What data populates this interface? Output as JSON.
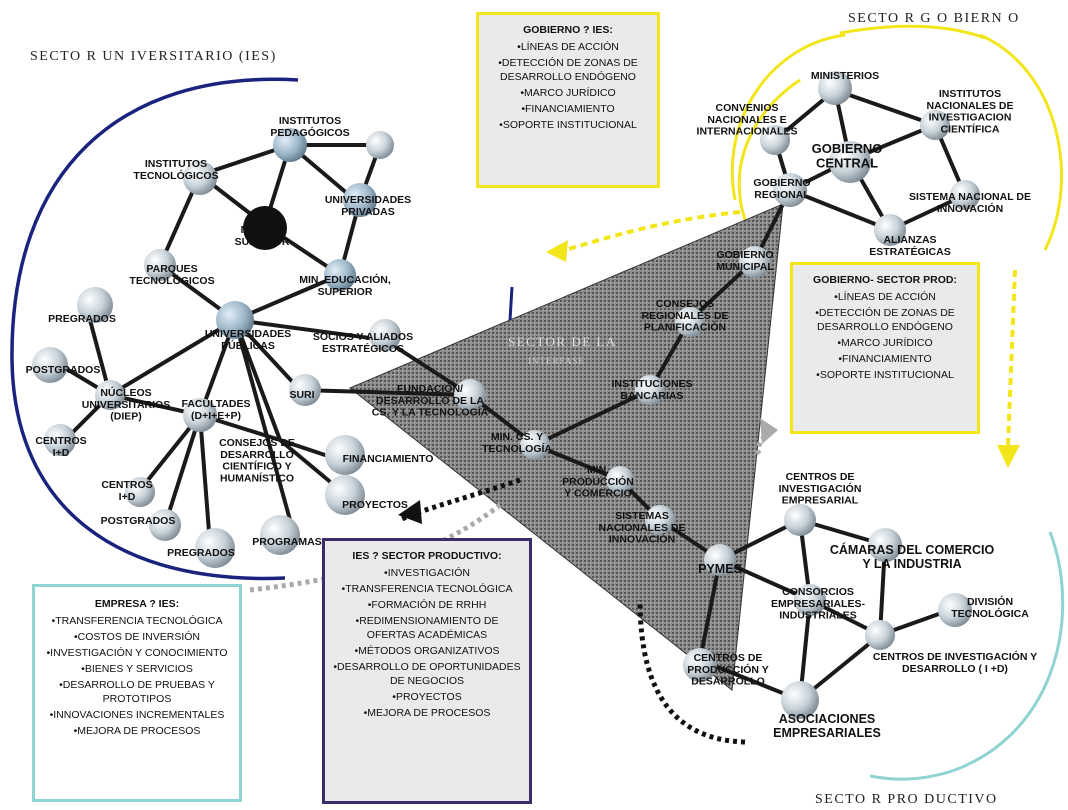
{
  "sectors": {
    "universitario": "SECTO R  UN IVERSITARIO  (IES)",
    "gobierno": "SECTO R  G O BIERN O",
    "productivo": "SECTO R  PRO DUCTIVO",
    "triangle_line1": "SECTOR DE LA",
    "triangle_line2": "INTERFASE"
  },
  "colors": {
    "university_arc": "#1a237e",
    "government_arc": "#f2e61a",
    "productive_arc": "#8fd3d3",
    "box_gov_border": "#f2e61a",
    "box_empresa_border": "#8fd3d3",
    "box_ies_border": "#3d2c6b",
    "triangle_fill": "#8a8a8a"
  },
  "nodes": {
    "institutos_pedagogicos": [
      "INSTITUTOS",
      "PEDAGÓGICOS"
    ],
    "institutos_tecnologicos": [
      "INSTITUTOS",
      "TECNOLÓGICOS"
    ],
    "universidades_privadas": [
      "UNIVERSIDADES",
      "PRIVADAS"
    ],
    "min_ac_superior": [
      "MIN. AC.",
      "SUPERIOR"
    ],
    "parques_tecnologicos": [
      "PARQUES",
      "TECNOLÓGICOS"
    ],
    "min_educacion_superior": [
      "MIN. EDUCACIÓN,",
      "SUPERIOR"
    ],
    "pregrados_top": [
      "PREGRADOS"
    ],
    "universidades_publicas": [
      "UNIVERSIDADES",
      "PÚBLICAS"
    ],
    "socios_aliados": [
      "SOCIOS Y ALIADOS",
      "ESTRATÉGICOS"
    ],
    "postgrados_left": [
      "POSTGRADOS"
    ],
    "nucleos": [
      "NÚCLEOS",
      "UNIVERSITARIOS",
      "(DIEP)"
    ],
    "suri": [
      "SURI"
    ],
    "facultades": [
      "FACULTADES",
      "(D+I+E+P)"
    ],
    "centros_id_left": [
      "CENTROS",
      "I+D"
    ],
    "consejos_desarrollo": [
      "CONSEJOS DE",
      "DESARROLLO",
      "CIENTÍFICO Y",
      "HUMANÍSTICO"
    ],
    "financiamiento": [
      "FINANCIAMIENTO"
    ],
    "centros_id_mid": [
      "CENTROS",
      "I+D"
    ],
    "proyectos": [
      "PROYECTOS"
    ],
    "postgrados_bottom": [
      "POSTGRADOS"
    ],
    "pregrados_bottom": [
      "PREGRADOS"
    ],
    "programas": [
      "PROGRAMAS"
    ],
    "ministerios": [
      "MINISTERIOS"
    ],
    "convenios": [
      "CONVENIOS",
      "NACIONALES E",
      "INTERNACIONALES"
    ],
    "institutos_nacionales": [
      "INSTITUTOS",
      "NACIONALES  DE",
      "INVESTIGACION",
      "CIENTÍFICA"
    ],
    "gobierno_central": [
      "GOBIERNO",
      "CENTRAL"
    ],
    "gobierno_regional": [
      "GOBIERNO",
      "REGIONAL"
    ],
    "sistema_nacional_innovacion": [
      "SISTEMA NACIONAL DE",
      "INNOVACIÓN"
    ],
    "alianzas": [
      "ALIANZAS",
      "ESTRATÉGICAS"
    ],
    "gobierno_municipal": [
      "GOBIERNO",
      "MUNICIPAL"
    ],
    "consejos_regionales": [
      "CONSEJOS",
      "REGIONALES DE",
      "PLANIFICACIÓN"
    ],
    "instituciones_bancarias": [
      "INSTITUCIONES",
      "BANCARIAS"
    ],
    "fundacion": [
      "FUNDACIÓN/",
      "DESARROLLO DE LA",
      "CS. Y LA TECNOLOGÍA"
    ],
    "min_cs_tecnologia": [
      "MIN. CS. Y",
      "TECNOLOGÍA"
    ],
    "min_produccion": [
      "MIN.",
      "PRODUCCIÓN",
      "Y COMERCIO"
    ],
    "sistemas_nacionales": [
      "SISTEMAS",
      "NACIONALES DE",
      "INNOVACIÓN"
    ],
    "pymes": [
      "PYMES"
    ],
    "centros_investigacion_empresarial": [
      "CENTROS DE",
      "INVESTIGACIÓN",
      "EMPRESARIAL"
    ],
    "camaras_comercio": [
      "CÁMARAS DEL COMERCIO",
      "Y LA INDUSTRIA"
    ],
    "consorcios": [
      "CONSORCIOS",
      "EMPRESARIALES-",
      "INDUSTRIALES"
    ],
    "division_tecnologica": [
      "DIVISIÓN",
      "TECNOLÓGICA"
    ],
    "centros_investigacion_desarrollo": [
      "CENTROS DE INVESTIGACIÓN Y",
      "DESARROLLO ( I +D)"
    ],
    "centros_produccion": [
      "CENTROS DE",
      "PRODUCCIÓN Y",
      "DESARROLLO"
    ],
    "asociaciones": [
      "ASOCIACIONES",
      "EMPRESARIALES"
    ]
  },
  "boxes": {
    "gobierno_ies": {
      "title": "GOBIERNO ?  IES:",
      "items": [
        "LÍNEAS DE ACCIÓN",
        "DETECCIÓN  DE  ZONAS DE DESARROLLO ENDÓGENO",
        "MARCO JURÍDICO",
        "FINANCIAMIENTO",
        "SOPORTE INSTITUCIONAL"
      ]
    },
    "gobierno_prod": {
      "title": "GOBIERNO- SECTOR PROD:",
      "items": [
        "LÍNEAS DE ACCIÓN",
        "DETECCIÓN  DE  ZONAS DE DESARROLLO ENDÓGENO",
        "MARCO JURÍDICO",
        "FINANCIAMIENTO",
        "SOPORTE INSTITUCIONAL"
      ]
    },
    "empresa_ies": {
      "title": "EMPRESA ?  IES:",
      "items": [
        "TRANSFERENCIA TECNOLÓGICA",
        "COSTOS DE INVERSIÓN",
        "INVESTIGACIÓN Y CONOCIMIENTO",
        "BIENES Y SERVICIOS",
        "DESARROLLO DE PRUEBAS Y PROTOTIPOS",
        "INNOVACIONES INCREMENTALES",
        "MEJORA DE PROCESOS"
      ]
    },
    "ies_productivo": {
      "title": "IES ?   SECTOR PRODUCTIVO:",
      "items": [
        "INVESTIGACIÓN",
        "TRANSFERENCIA TECNOLÓGICA",
        "FORMACIÓN DE  RRHH",
        "REDIMENSIONAMIENTO DE OFERTAS ACADÉMICAS",
        "MÉTODOS ORGANIZATIVOS",
        "DESARROLLO DE OPORTUNIDADES DE NEGOCIOS",
        "PROYECTOS",
        "MEJORA DE PROCESOS"
      ]
    }
  }
}
